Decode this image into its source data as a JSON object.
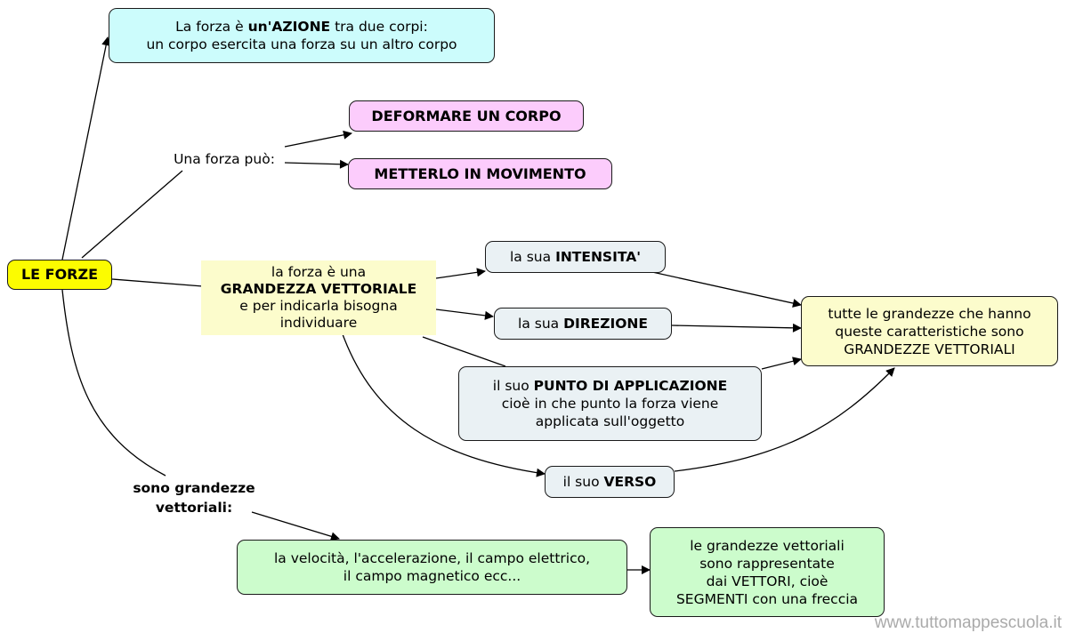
{
  "root": {
    "label": "LE FORZE"
  },
  "azione": {
    "line1_pre": "La forza è ",
    "line1_bold": "un'AZIONE",
    "line1_post": " tra due corpi:",
    "line2": "un corpo esercita una forza su un altro corpo"
  },
  "puo": {
    "label": "Una forza può:",
    "items": [
      "DEFORMARE UN CORPO",
      "METTERLO IN MOVIMENTO"
    ]
  },
  "grandezza": {
    "line1": "la forza è una",
    "line2_bold": "GRANDEZZA VETTORIALE",
    "line3": "e per indicarla bisogna",
    "line4": "individuare"
  },
  "caratteristiche": {
    "intensita": {
      "pre": "la sua ",
      "bold": "INTENSITA'"
    },
    "direzione": {
      "pre": "la sua ",
      "bold": "DIREZIONE"
    },
    "punto": {
      "pre": "il suo ",
      "bold": "PUNTO DI APPLICAZIONE",
      "line2": "cioè in che punto la forza viene",
      "line3": "applicata sull'oggetto"
    },
    "verso": {
      "pre": "il suo ",
      "bold": "VERSO"
    }
  },
  "conclusione": {
    "line1": "tutte le grandezze che hanno",
    "line2": "queste caratteristiche sono",
    "line3": "GRANDEZZE VETTORIALI"
  },
  "vettoriali": {
    "label_line1": "sono grandezze",
    "label_line2": "vettoriali:",
    "esempi_line1": "la velocità, l'accelerazione, il campo elettrico,",
    "esempi_line2": "il campo magnetico ecc...",
    "vettori_lines": [
      "le grandezze vettoriali",
      "sono rappresentate",
      "dai VETTORI, cioè",
      "SEGMENTI con una freccia"
    ]
  },
  "watermark": "www.tuttomappescuola.it",
  "colors": {
    "root": "#fcfc00",
    "azione": "#ccfcfc",
    "puo_items": "#fcccfc",
    "caratteristiche": "#eaf1f4",
    "conclusione": "#fcfccc",
    "esempi": "#ccfccc"
  }
}
